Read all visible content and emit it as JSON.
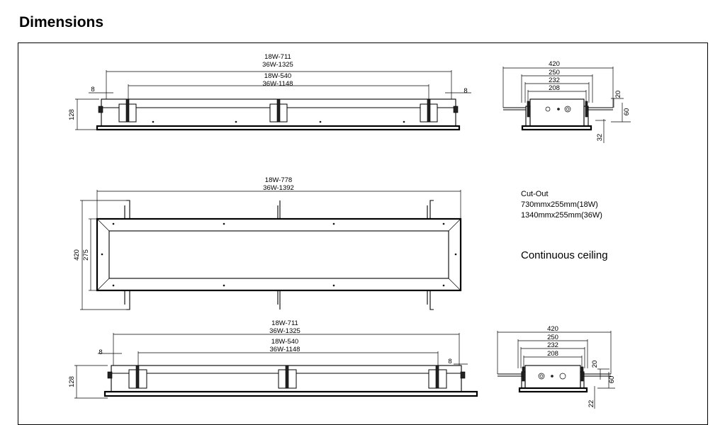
{
  "page": {
    "title": "Dimensions"
  },
  "drawings": {
    "top_side_view": {
      "overall_length": [
        "18W-711",
        "36W-1325"
      ],
      "bracket_spacing": [
        "18W-540",
        "36W-1148"
      ],
      "end_offset_left": "8",
      "end_offset_right": "8",
      "height": "128"
    },
    "top_end_view": {
      "widths": [
        "420",
        "250",
        "232",
        "208"
      ],
      "right_dims": [
        "20",
        "60"
      ],
      "bottom_dim": "32"
    },
    "plan_view": {
      "length": [
        "18W-778",
        "36W-1392"
      ],
      "outer_width": "420",
      "inner_width": "275"
    },
    "bottom_side_view": {
      "overall_length": [
        "18W-711",
        "36W-1325"
      ],
      "bracket_spacing": [
        "18W-540",
        "36W-1148"
      ],
      "end_offset_left": "8",
      "end_offset_right": "8",
      "height": "128"
    },
    "bottom_end_view": {
      "widths": [
        "420",
        "250",
        "232",
        "208"
      ],
      "right_dims": [
        "20",
        "60"
      ],
      "bottom_dim": "22"
    }
  },
  "notes": {
    "cutout_title": "Cut-Out",
    "cutout_18w": "730mmx255mm(18W)",
    "cutout_36w": "1340mmx255mm(36W)",
    "ceiling_type": "Continuous ceiling"
  }
}
